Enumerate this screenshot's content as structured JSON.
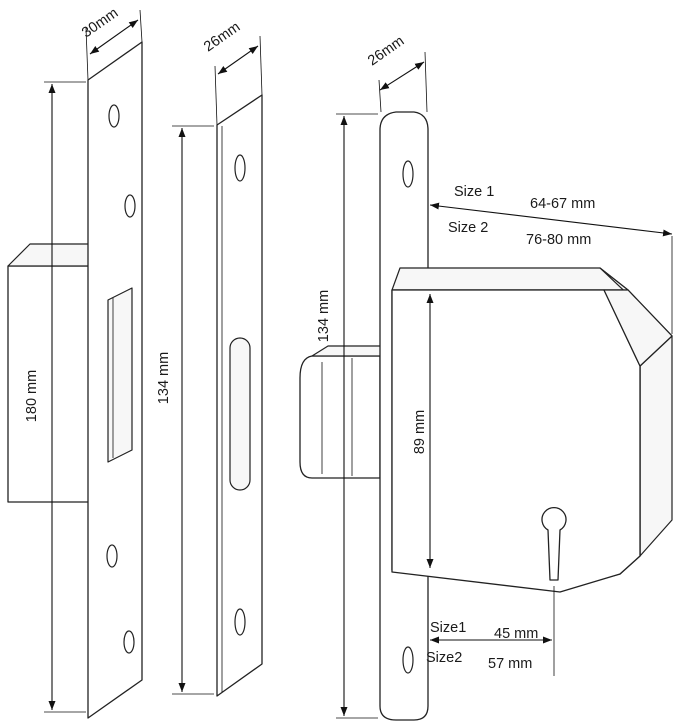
{
  "labels": {
    "strike_plate_width": "30mm",
    "strike_plate_height": "180 mm",
    "face_plate_width": "26mm",
    "face_plate_height": "134 mm",
    "lock_face_width": "26mm",
    "lock_face_height": "134 mm",
    "size1_label": "Size 1",
    "size1_value": "64-67 mm",
    "size2_label": "Size 2",
    "size2_value": "76-80 mm",
    "case_height": "89 mm",
    "backset_size1_label": "Size1",
    "backset_size1_value": "45 mm",
    "backset_size2_label": "Size2",
    "backset_size2_value": "57 mm"
  },
  "icons": [
    "arrow-icon"
  ],
  "colors": {
    "line": "#222222",
    "background": "#ffffff"
  }
}
